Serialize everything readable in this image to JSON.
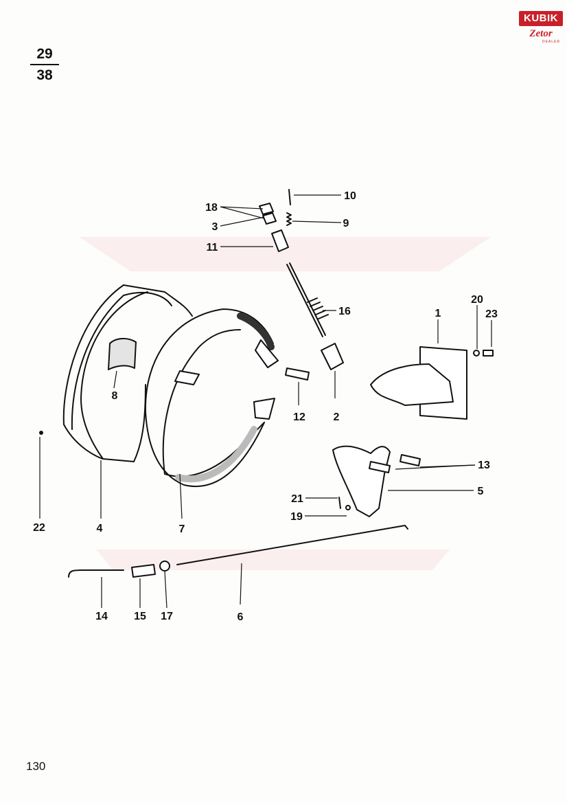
{
  "header": {
    "ref_top": "29",
    "ref_bottom": "38"
  },
  "logo": {
    "brand": "KUBIK",
    "product": "Zetor",
    "subtitle": "DEALER"
  },
  "page_number": "130",
  "callouts": [
    "1",
    "2",
    "3",
    "4",
    "5",
    "6",
    "7",
    "8",
    "9",
    "10",
    "11",
    "12",
    "13",
    "14",
    "15",
    "16",
    "17",
    "18",
    "19",
    "20",
    "21",
    "22",
    "23"
  ],
  "colors": {
    "ink": "#111111",
    "brand_red": "#c8202a",
    "watermark": "#f6dede"
  }
}
